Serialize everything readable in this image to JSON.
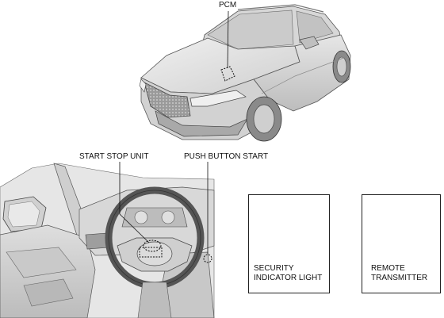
{
  "labels": {
    "pcm": "PCM",
    "start_stop_unit": "START STOP UNIT",
    "push_button_start": "PUSH BUTTON START"
  },
  "security_box": {
    "line1": "SECURITY",
    "line2": "INDICATOR LIGHT",
    "icon": "car-lock-icon"
  },
  "remote_box": {
    "line1": "REMOTE",
    "line2": "TRANSMITTER",
    "icon": "key-fob-icon"
  }
}
